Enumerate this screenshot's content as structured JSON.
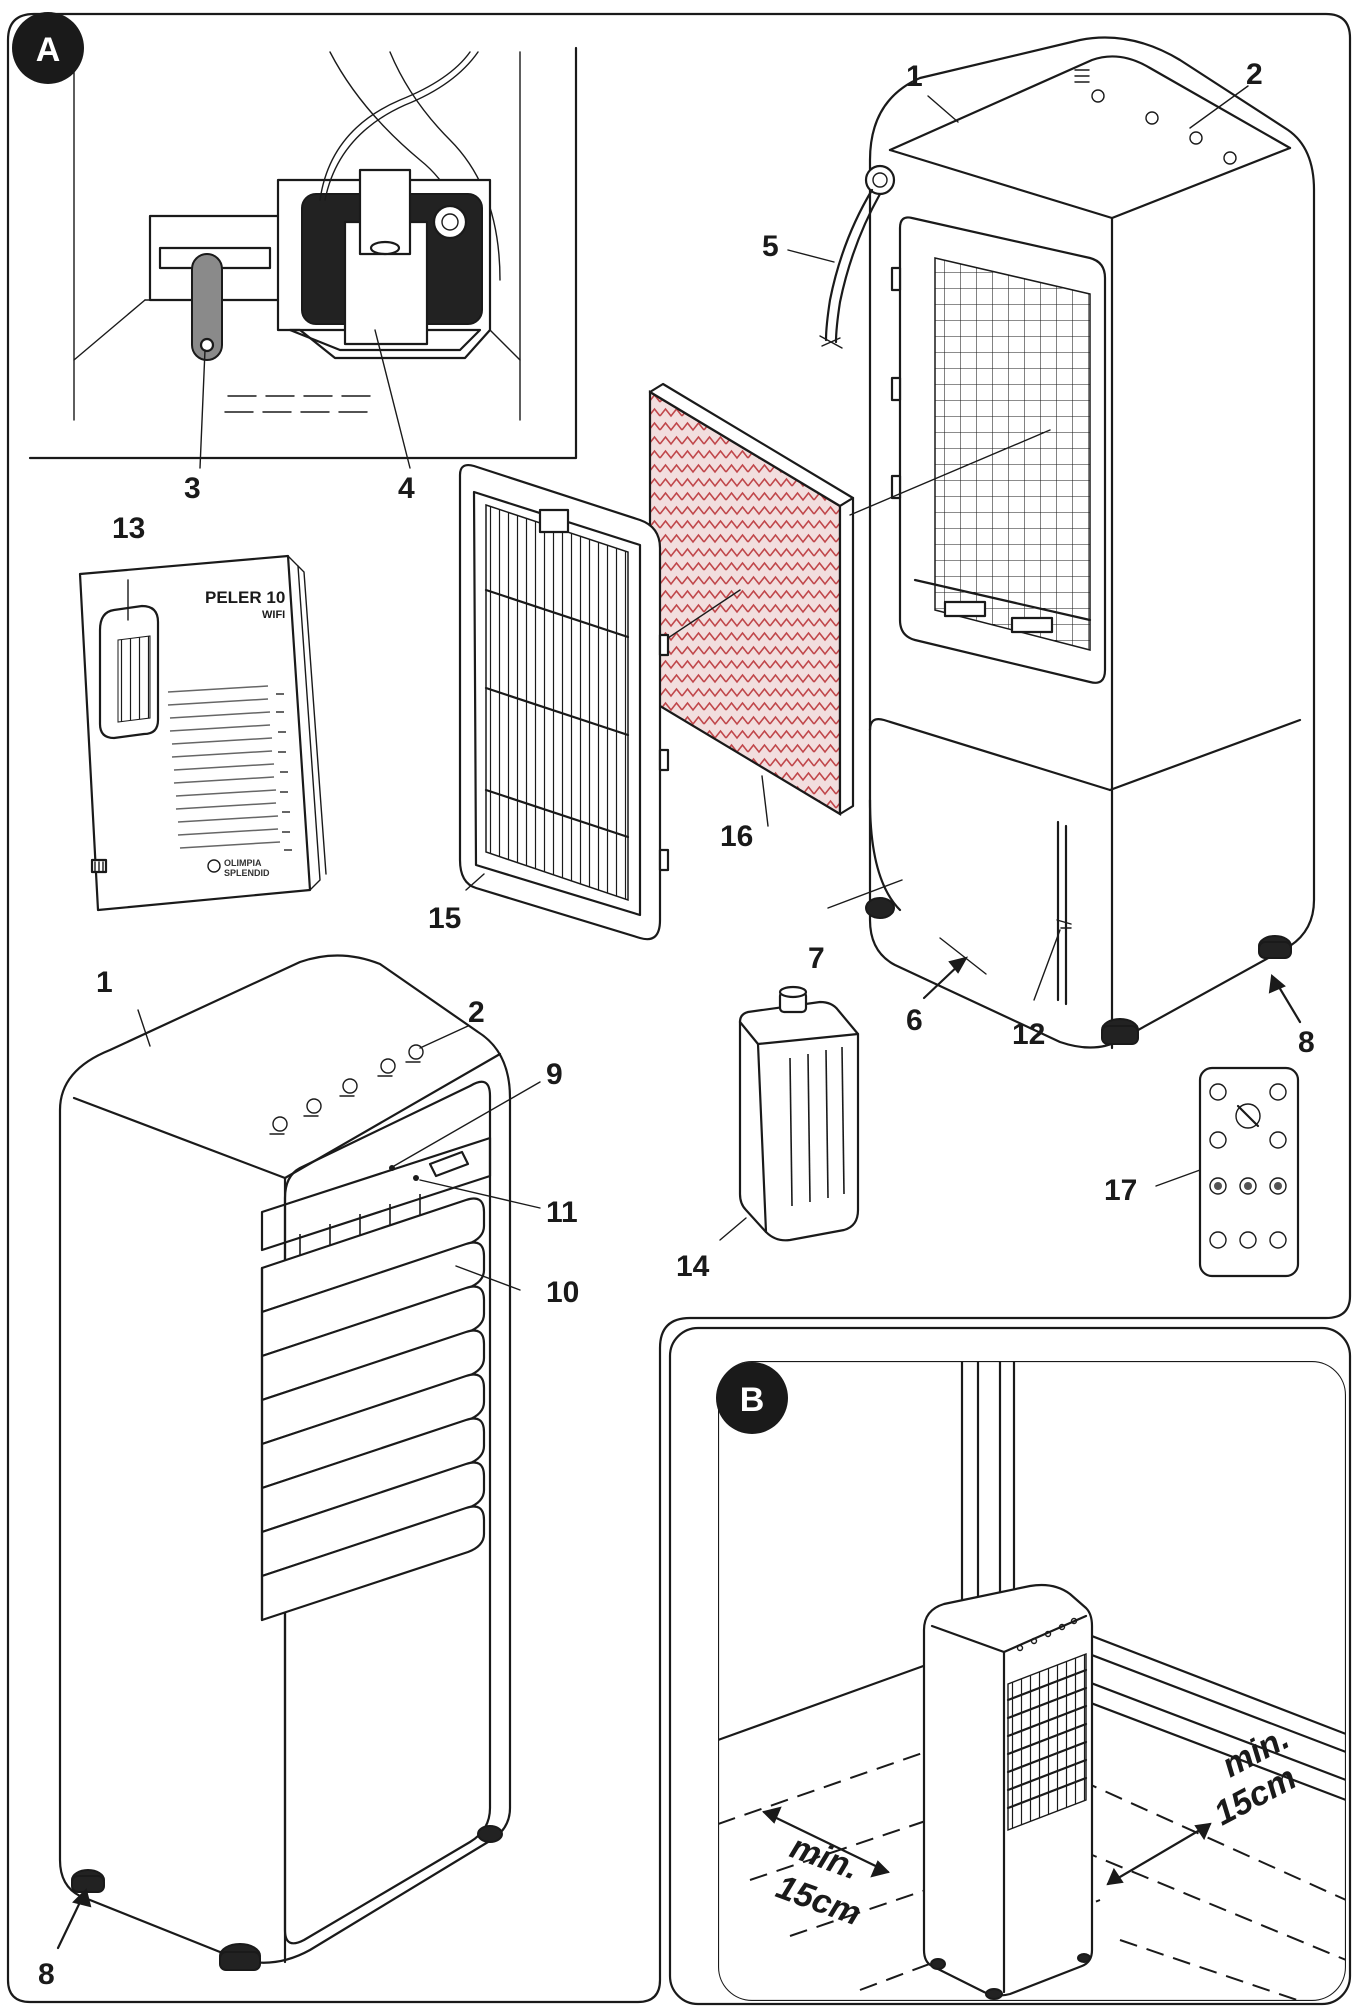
{
  "panels": {
    "a": {
      "label": "A"
    },
    "b": {
      "label": "B"
    }
  },
  "callouts": {
    "c1_top": "1",
    "c2_top": "2",
    "c3": "3",
    "c4": "4",
    "c5": "5",
    "c6": "6",
    "c7": "7",
    "c8_right": "8",
    "c9": "9",
    "c10": "10",
    "c11": "11",
    "c12": "12",
    "c13": "13",
    "c14": "14",
    "c15": "15",
    "c16": "16",
    "c17": "17",
    "c1_bottom": "1",
    "c2_bottom": "2",
    "c8_left": "8"
  },
  "manual": {
    "title": "PELER 10",
    "subtitle": "WIFI",
    "brand_line1": "OLIMPIA",
    "brand_line2": "SPLENDID"
  },
  "clearance": {
    "left_line1": "min.",
    "left_line2": "15cm",
    "right_line1": "min.",
    "right_line2": "15cm"
  },
  "colors": {
    "line": "#1a1a1a",
    "badge_fill": "#1a1a1a",
    "filter_pattern": "#c0464a",
    "background": "#ffffff"
  }
}
